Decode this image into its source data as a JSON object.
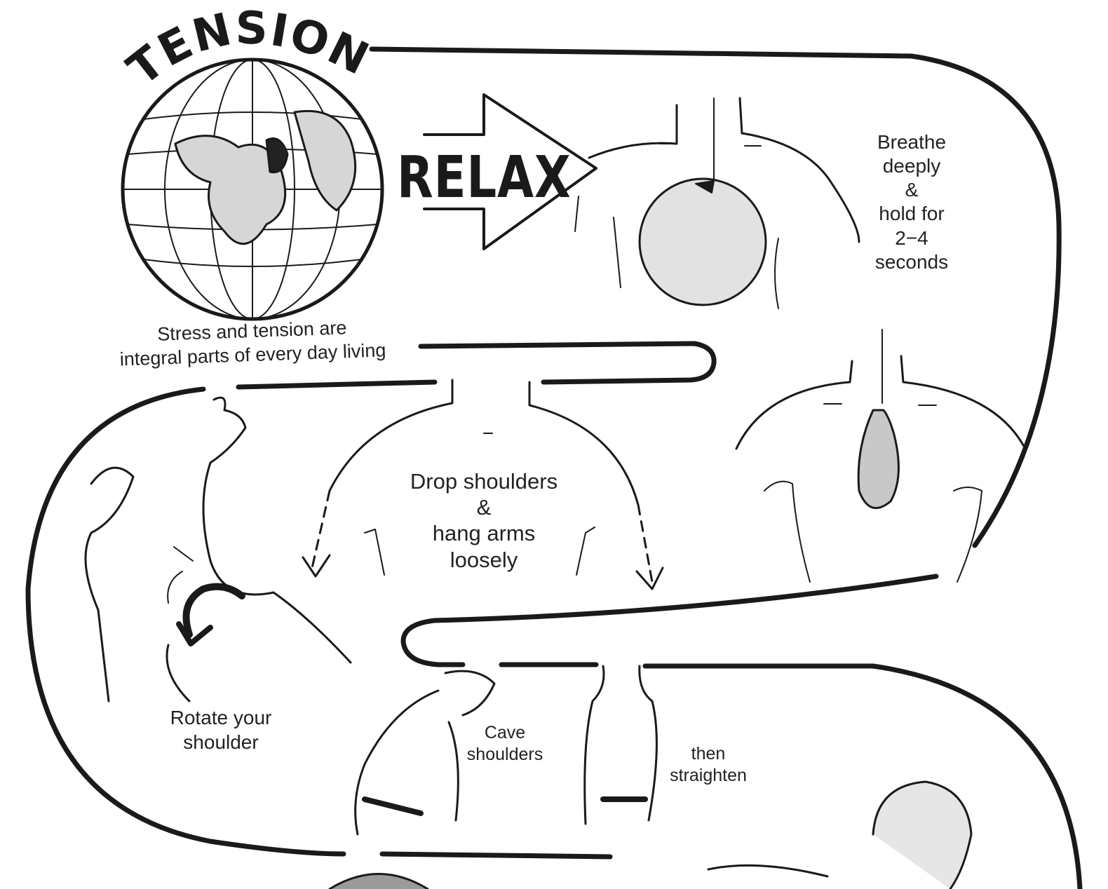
{
  "title": "TENSION",
  "arrow_label": "RELAX",
  "captions": {
    "stress": "Stress and tension are\nintegral parts of every day living",
    "breathe": "Breathe\ndeeply\n&\nhold for\n2−4\nseconds",
    "drop": "Drop shoulders\n&\nhang arms\nloosely",
    "rotate": "Rotate your\nshoulder",
    "cave": "Cave\nshoulders",
    "straighten": "then\nstraighten"
  },
  "colors": {
    "ink": "#1a1a1a",
    "paper": "#ffffff"
  },
  "icons": [
    "globe-icon",
    "relax-arrow-icon",
    "inflated-balloon-icon",
    "deflated-balloon-icon",
    "rotate-arrow-icon"
  ]
}
